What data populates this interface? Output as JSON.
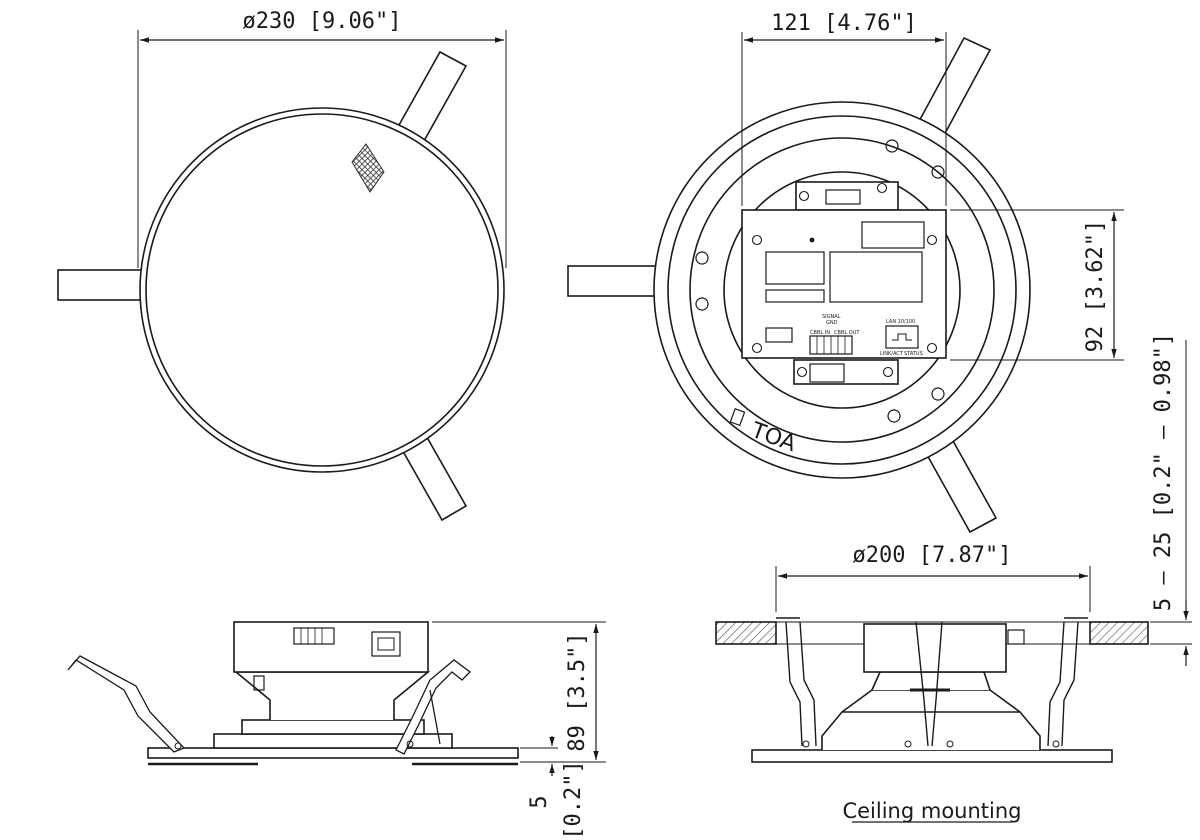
{
  "dimensions": {
    "top_diameter": "ø230 [9.06\"]",
    "panel_width": "121 [4.76\"]",
    "panel_height": "92 [3.62\"]",
    "ceiling_thickness": "5 – 25 [0.2\" – 0.98\"]",
    "cutout_diameter": "ø200 [7.87\"]",
    "side_height": "89 [3.5\"]",
    "flange_value": "5",
    "flange_inch": "[0.2\"]"
  },
  "labels": {
    "caption": "Ceiling mounting",
    "brand": "TOA",
    "signal": "SIGNAL",
    "gnd": "GND",
    "cbl_in": "CBBL IN",
    "cbl_out": "CBBL OUT",
    "lan_port": "LAN 10/100",
    "link_act": "LINK/ACT",
    "status": "STATUS"
  },
  "colors": {
    "line": "#1a1a1a",
    "hatch": "#555555"
  }
}
